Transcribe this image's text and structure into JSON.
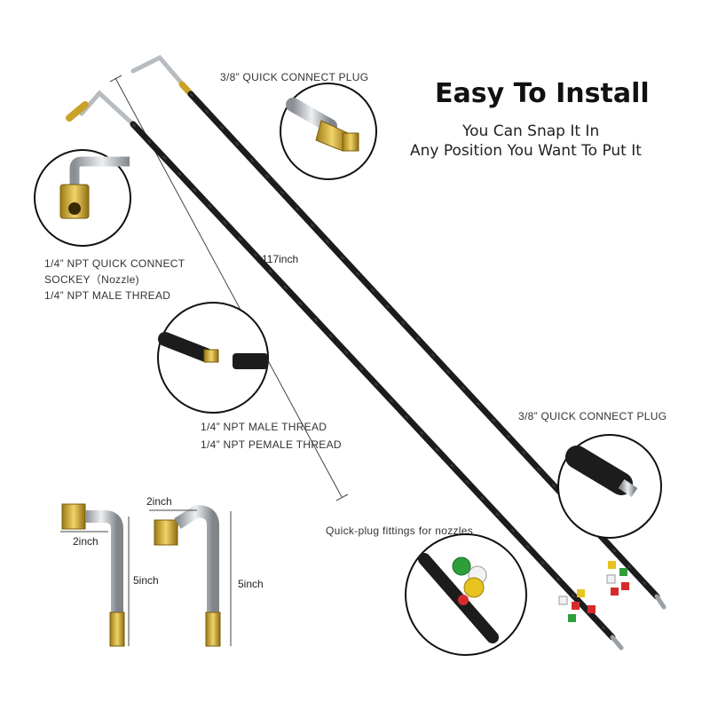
{
  "headline": {
    "title": "Easy To Install",
    "line1": "You Can Snap It In",
    "line2": "Any Position You Want To Put It"
  },
  "callouts": {
    "plug_top": "3/8”  QUICK CONNECT PLUG",
    "socket_line1": "1/4”  NPT QUICK CONNECT",
    "socket_line2": "SOCKEY（Nozzle)",
    "male_thread_left": "1/4”  NPT MALE THREAD",
    "male_thread_mid": "1/4”  NPT MALE THREAD",
    "female_thread": "1/4”  NPT PEMALE THREAD",
    "plug_right": "3/8”  QUICK CONNECT PLUG",
    "nozzles": "Quick-plug fittings for nozzles"
  },
  "dimensions": {
    "wand_length": "117inch",
    "left_width": "2inch",
    "left_height": "5inch",
    "right_width": "2inch",
    "right_height": "5inch"
  },
  "colors": {
    "hose": "#1c1c1c",
    "steel": "#c8ccd0",
    "brass": "#c9a227",
    "nozzle_red": "#d62b2b",
    "nozzle_green": "#2e9e3a",
    "nozzle_yellow": "#e8c21e",
    "nozzle_white": "#f2f2f2"
  }
}
